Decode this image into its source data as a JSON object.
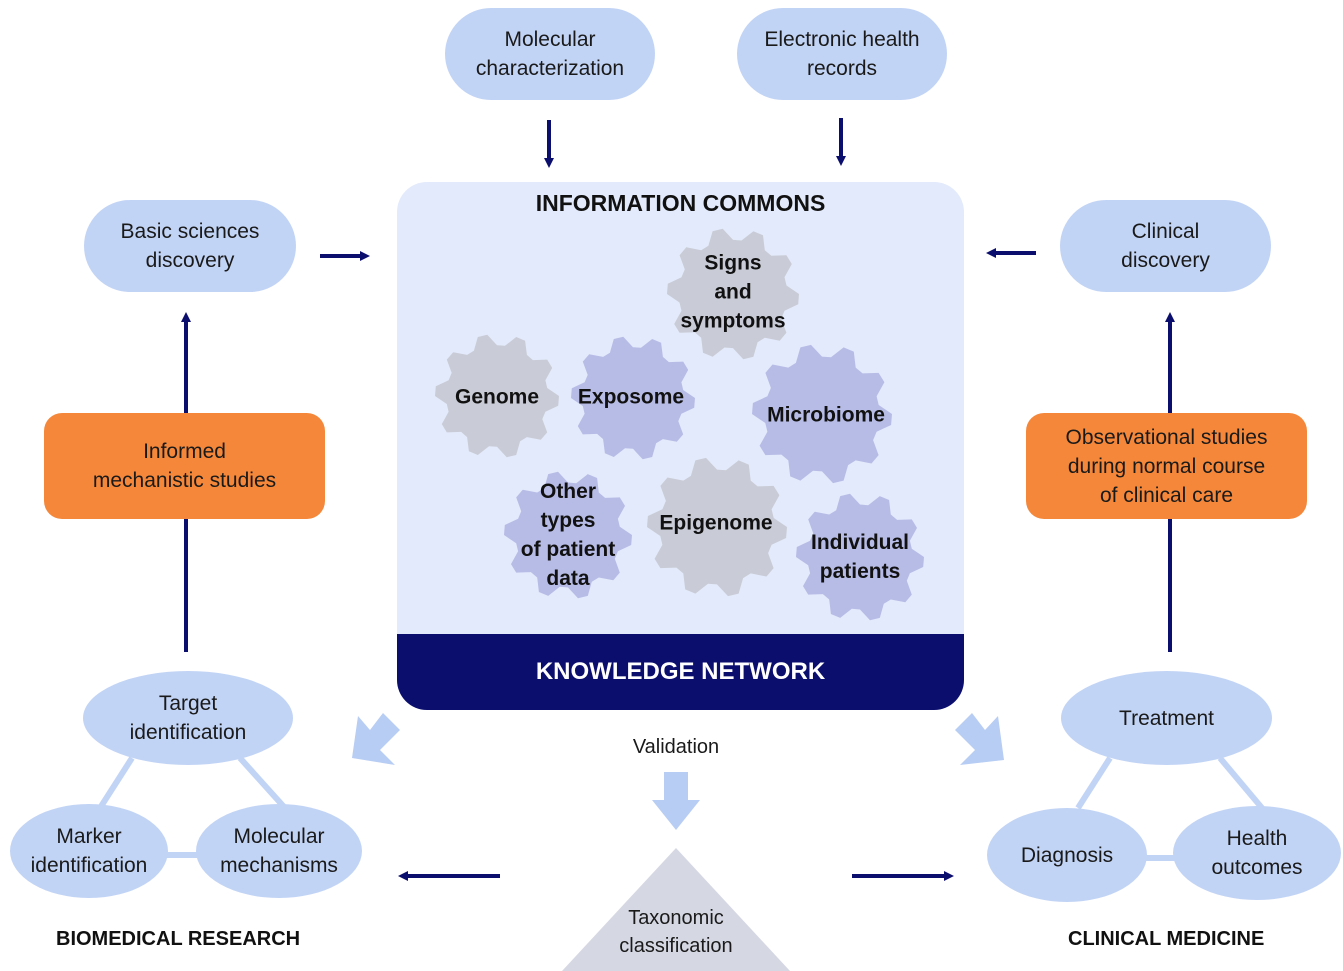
{
  "top": {
    "molecular": "Molecular\ncharacterization",
    "ehr": "Electronic health\nrecords"
  },
  "left": {
    "basic_sciences": "Basic sciences\ndiscovery",
    "informed": "Informed\nmechanistic studies",
    "target": "Target\nidentification",
    "marker": "Marker\nidentification",
    "molecular_mechanisms": "Molecular\nmechanisms",
    "section_title": "BIOMEDICAL RESEARCH"
  },
  "right": {
    "clinical_discovery": "Clinical\ndiscovery",
    "observational": "Observational studies\nduring normal course\nof clinical care",
    "treatment": "Treatment",
    "diagnosis": "Diagnosis",
    "health_outcomes": "Health\noutcomes",
    "section_title": "CLINICAL MEDICINE"
  },
  "center": {
    "commons_title": "INFORMATION COMMONS",
    "network_title": "KNOWLEDGE NETWORK",
    "validation": "Validation",
    "taxonomic": "Taxonomic\nclassification",
    "gears": [
      {
        "label": "Signs\nand\nsymptoms",
        "color": "#c9ccd6"
      },
      {
        "label": "Genome",
        "color": "#c9ccd6"
      },
      {
        "label": "Exposome",
        "color": "#b7bce6"
      },
      {
        "label": "Microbiome",
        "color": "#b7bce6"
      },
      {
        "label": "Other\ntypes\nof patient\ndata",
        "color": "#b7bce6"
      },
      {
        "label": "Epigenome",
        "color": "#c9ccd6"
      },
      {
        "label": "Individual\npatients",
        "color": "#b7bce6"
      }
    ]
  },
  "colors": {
    "bubble": "#c2d4f5",
    "orange": "#f5873a",
    "navy": "#0c0e6e",
    "commons_bg": "#e3eafb",
    "light_arrow": "#b8cdf3",
    "triangle": "#d5d8e3"
  }
}
